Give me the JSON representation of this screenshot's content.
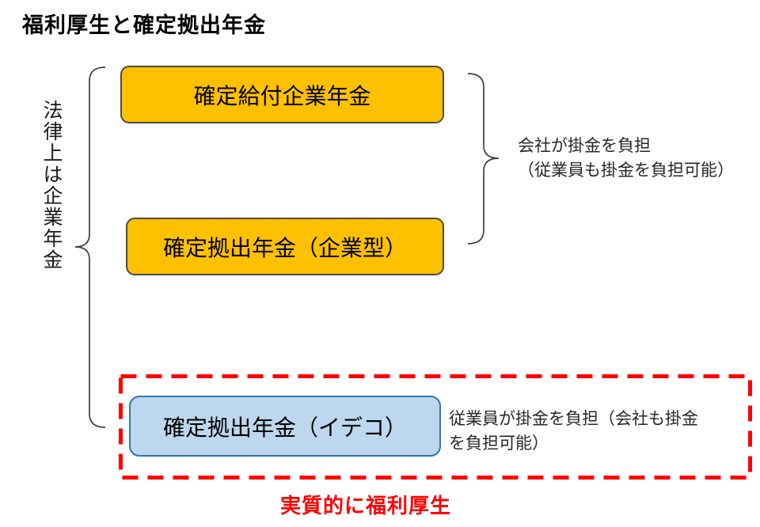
{
  "title": "福利厚生と確定拠出年金",
  "left_group": {
    "vertical_label": "法律上は企業年金"
  },
  "boxes": {
    "dbp": {
      "label": "確定給付企業年金",
      "fill": "#FFC000"
    },
    "dc_corporate": {
      "label": "確定拠出年金（企業型）",
      "fill": "#FFC000"
    },
    "dc_ideco": {
      "label": "確定拠出年金（イデコ）",
      "fill": "#BDD7EE"
    }
  },
  "company_note": {
    "line1": "会社が掛金を負担",
    "line2": "（従業員も掛金を負担可能）"
  },
  "ideco_note": {
    "line1": "従業員が掛金を負担（会社も掛金",
    "line2": "を負担可能）"
  },
  "highlight_caption": "実質的に福利厚生",
  "colors": {
    "orange_fill": "#FFC000",
    "orange_border": "#4A4A4A",
    "blue_fill": "#BDD7EE",
    "blue_border": "#2E75B6",
    "brace_stroke": "#404040",
    "highlight_red": "#FF0000"
  }
}
